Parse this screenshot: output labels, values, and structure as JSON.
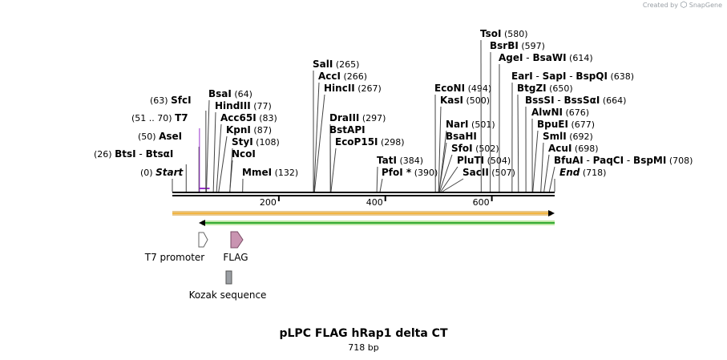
{
  "credit": {
    "prefix": "Created by",
    "brand": "SnapGene"
  },
  "title": "pLPC FLAG hRap1 delta CT",
  "subtitle": "718 bp",
  "sequence_length": 718,
  "ticks": [
    {
      "bp": 200,
      "label": "200"
    },
    {
      "bp": 400,
      "label": "400"
    },
    {
      "bp": 600,
      "label": "600"
    }
  ],
  "labels": [
    {
      "id": "start",
      "pos": "(0)",
      "name": "Start",
      "bp": 0,
      "style": "start"
    },
    {
      "id": "btsi",
      "pos": "(26)",
      "name": "BtsI",
      "sep": "-",
      "name2": "BtsαI",
      "bp": 26
    },
    {
      "id": "asei",
      "pos": "(50)",
      "name": "AseI",
      "bp": 50
    },
    {
      "id": "t7",
      "pos": "(51 .. 70)",
      "name": "T7",
      "bp": 51,
      "bp_end": 70,
      "style": "primer",
      "color": "#9933cc"
    },
    {
      "id": "sfci",
      "pos": "(63)",
      "name": "SfcI",
      "bp": 63
    },
    {
      "id": "bsai",
      "pos": "(64)",
      "name": "BsaI",
      "bp": 64
    },
    {
      "id": "hindiii",
      "pos": "(77)",
      "name": "HindIII",
      "bp": 77
    },
    {
      "id": "acc65i",
      "pos": "(83)",
      "name": "Acc65I",
      "bp": 83
    },
    {
      "id": "kpni",
      "pos": "(87)",
      "name": "KpnI",
      "bp": 87
    },
    {
      "id": "styi",
      "pos": "(108)",
      "name": "StyI",
      "bp": 108
    },
    {
      "id": "ncoi",
      "pos": "",
      "name": "NcoI",
      "bp": 108
    },
    {
      "id": "mmei",
      "pos": "(132)",
      "name": "MmeI",
      "bp": 132
    },
    {
      "id": "sali",
      "pos": "(265)",
      "name": "SalI",
      "bp": 265
    },
    {
      "id": "acci",
      "pos": "(266)",
      "name": "AccI",
      "bp": 266
    },
    {
      "id": "hincii",
      "pos": "(267)",
      "name": "HincII",
      "bp": 267
    },
    {
      "id": "draiii",
      "pos": "(297)",
      "name": "DraIII",
      "bp": 297
    },
    {
      "id": "bstapi",
      "pos": "",
      "name": "BstAPI",
      "bp": 297
    },
    {
      "id": "ecop15i",
      "pos": "(298)",
      "name": "EcoP15I",
      "bp": 298
    },
    {
      "id": "tati",
      "pos": "(384)",
      "name": "TatI",
      "bp": 384
    },
    {
      "id": "pfoi",
      "pos": "(390)",
      "name": "PfoI *",
      "bp": 390
    },
    {
      "id": "econi",
      "pos": "(494)",
      "name": "EcoNI",
      "bp": 494
    },
    {
      "id": "kasi",
      "pos": "(500)",
      "name": "KasI",
      "bp": 500
    },
    {
      "id": "nari",
      "pos": "(501)",
      "name": "NarI",
      "bp": 501
    },
    {
      "id": "bsahi",
      "pos": "",
      "name": "BsaHI",
      "bp": 501
    },
    {
      "id": "sfoi",
      "pos": "(502)",
      "name": "SfoI",
      "bp": 502
    },
    {
      "id": "pluti",
      "pos": "(504)",
      "name": "PluTI",
      "bp": 504
    },
    {
      "id": "sacii",
      "pos": "(507)",
      "name": "SacII",
      "bp": 507
    },
    {
      "id": "tsoi",
      "pos": "(580)",
      "name": "TsoI",
      "bp": 580
    },
    {
      "id": "bsrbi",
      "pos": "(597)",
      "name": "BsrBI",
      "bp": 597
    },
    {
      "id": "agei",
      "pos": "(614)",
      "name": "AgeI",
      "sep": "-",
      "name2": "BsaWI",
      "bp": 614
    },
    {
      "id": "eari",
      "pos": "(638)",
      "name": "EarI",
      "sep": "-",
      "name2": "SapI",
      "sep2": "-",
      "name3": "BspQI",
      "bp": 638
    },
    {
      "id": "btgzi",
      "pos": "(650)",
      "name": "BtgZI",
      "bp": 650
    },
    {
      "id": "bsssi",
      "pos": "(664)",
      "name": "BssSI",
      "sep": "-",
      "name2": "BssSαI",
      "bp": 664
    },
    {
      "id": "alwni",
      "pos": "(676)",
      "name": "AlwNI",
      "bp": 676
    },
    {
      "id": "bpuei",
      "pos": "(677)",
      "name": "BpuEI",
      "bp": 677
    },
    {
      "id": "smli",
      "pos": "(692)",
      "name": "SmlI",
      "bp": 692
    },
    {
      "id": "acui",
      "pos": "(698)",
      "name": "AcuI",
      "bp": 698
    },
    {
      "id": "bfuai",
      "pos": "(708)",
      "name": "BfuAI",
      "sep": "-",
      "name2": "PaqCI",
      "sep2": "-",
      "name3": "BspMI",
      "bp": 708
    },
    {
      "id": "end",
      "pos": "(718)",
      "name": "End",
      "bp": 718,
      "style": "start"
    }
  ],
  "tracks": [
    {
      "id": "orange-track",
      "color_fill": "#f2b541",
      "color_edge": "#e8c78a",
      "direction": "forward"
    },
    {
      "id": "green-track",
      "color_fill": "#33aa33",
      "color_edge": "#bfe8a6",
      "direction": "reverse"
    }
  ],
  "features": [
    {
      "id": "t7-promoter",
      "label": "T7 promoter",
      "bp_start": 51,
      "bp_end": 70,
      "fill": "#ffffff",
      "stroke": "#666666",
      "shape": "arrow"
    },
    {
      "id": "flag",
      "label": "FLAG",
      "bp_start": 112,
      "bp_end": 135,
      "fill": "#c994b1",
      "stroke": "#7a4d66",
      "shape": "arrow"
    },
    {
      "id": "kozak",
      "label": "Kozak sequence",
      "bp_start": 100,
      "bp_end": 111,
      "fill": "#9a9ea3",
      "stroke": "#555555",
      "shape": "box"
    }
  ]
}
